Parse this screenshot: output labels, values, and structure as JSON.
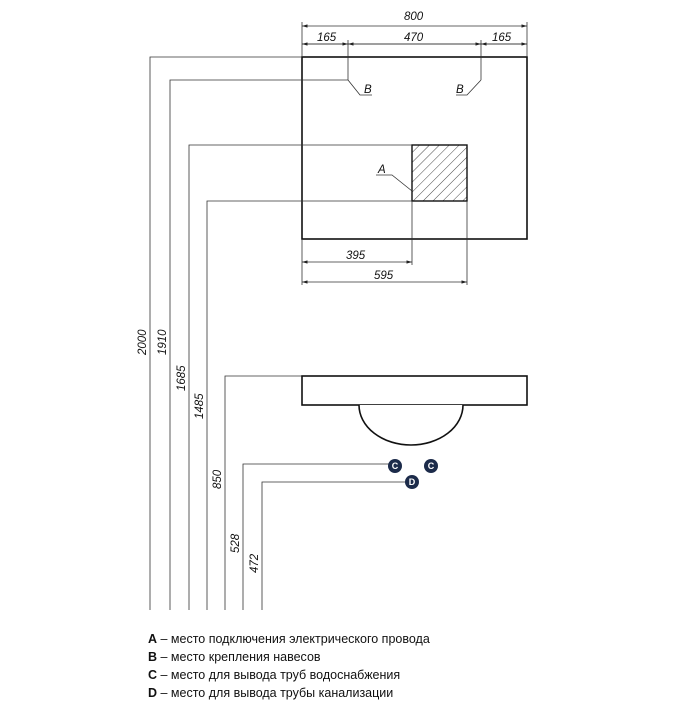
{
  "dimensions": {
    "top_total": "800",
    "top_left": "165",
    "top_middle": "470",
    "top_right": "165",
    "bottom_inner": "395",
    "bottom_outer": "595",
    "v_2000": "2000",
    "v_1910": "1910",
    "v_1685": "1685",
    "v_1485": "1485",
    "v_850": "850",
    "v_528": "528",
    "v_472": "472"
  },
  "callouts": {
    "b_left": "B",
    "b_right": "B",
    "a": "A"
  },
  "markers": {
    "c_left": "C",
    "c_right": "C",
    "d": "D"
  },
  "colors": {
    "line": "#111111",
    "marker_fill": "#1c2b4a"
  },
  "legend": [
    {
      "letter": "A",
      "text": " – место подключения электрического провода"
    },
    {
      "letter": "B",
      "text": " – место крепления навесов"
    },
    {
      "letter": "C",
      "text": " – место для вывода труб водоснабжения"
    },
    {
      "letter": "D",
      "text": " – место для вывода трубы канализации"
    }
  ]
}
